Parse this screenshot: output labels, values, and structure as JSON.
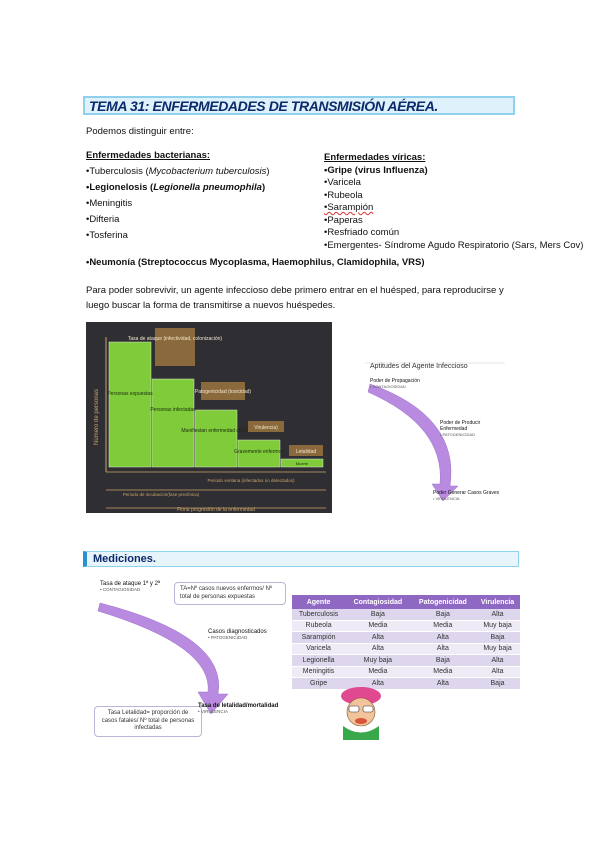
{
  "title": "TEMA 31: ENFERMEDADES DE TRANSMISIÓN AÉREA.",
  "intro": "Podemos distinguir entre:",
  "bacterial": {
    "heading": "Enfermedades bacterianas:",
    "items": [
      {
        "pre": "•Tuberculosis (",
        "it": "Mycobacterium tuberculosis",
        "post": ")",
        "bold": false
      },
      {
        "pre": "•Legionelosis (",
        "it": "Legionella pneumophila",
        "post": ")",
        "bold": true
      },
      {
        "pre": "•Meningitis",
        "it": "",
        "post": "",
        "bold": false
      },
      {
        "pre": "•Difteria",
        "it": "",
        "post": "",
        "bold": false
      },
      {
        "pre": "•Tosferina",
        "it": "",
        "post": "",
        "bold": false
      }
    ],
    "neumonia": "•Neumonía (Streptococcus Mycoplasma, Haemophilus, Clamidophila, VRS)"
  },
  "viral": {
    "heading": "Enfermedades víricas:",
    "items": [
      "•Gripe (virus Influenza)",
      "•Varicela",
      "•Rubeola",
      "•Sarampión",
      "•Paperas",
      "•Resfriado común",
      "•Emergentes- Síndrome Agudo Respiratorio (Sars, Mers Cov)"
    ]
  },
  "paragraph": "Para poder sobrevivir, un agente infeccioso debe primero entrar en el huésped, para reproducirse y luego buscar la forma de transmitirse a nuevos huéspedes.",
  "figure1": {
    "ylabel": "Número de personas",
    "bars": [
      "Personas expuestas",
      "Personas infectadas",
      "Manifiestan enfermedad clínica",
      "Gravemente enfermos",
      "Muerte"
    ],
    "boxes": [
      "Tasa de ataque (infectividad, colonización)",
      "Patogenicidad (toxicidad)",
      "Virulencia)",
      "Letalidad"
    ],
    "windows": [
      "Periodo ventana (infectados no detectados)",
      "Periodo de incubación(fase preclínica)"
    ],
    "xlabel": "Fiona progresión de la enfermedad",
    "preclinica": "(fase preclínica)"
  },
  "figure2": {
    "title": "Aptitudes del Agente Infeccioso",
    "nodes": [
      {
        "label": "Poder de Propagación",
        "sub": "• CONTAGIOSIDAD"
      },
      {
        "label": "Poder de Producir Enfermedad",
        "sub": "• PATOGENICIDAD"
      },
      {
        "label": "Poder Generar Casos Graves",
        "sub": "• VIRULENCIA"
      }
    ]
  },
  "mediciones": "Mediciones.",
  "figure3": {
    "n1": "Tasa de ataque 1ª y 2ª",
    "n1sub": "• CONTAGIOSIDAD",
    "box1": "TA=Nº casos nuevos enfermos/ Nº total de personas expuestas",
    "n2": "Casos diagnosticados",
    "n2sub": "• PATOGENICIDAD",
    "box2": "Tasa Letalidad= proporción de casos fatales/ Nº total de personas infectadas",
    "n3": "Tasa de letalidad/mortalidad",
    "n3sub": "• VIRULENCIA"
  },
  "table": {
    "headers": [
      "Agente",
      "Contagiosidad",
      "Patogenicidad",
      "Virulencia"
    ],
    "rows": [
      [
        "Tuberculosis",
        "Baja",
        "Baja",
        "Alta"
      ],
      [
        "Rubeola",
        "Media",
        "Media",
        "Muy baja"
      ],
      [
        "Sarampión",
        "Alta",
        "Alta",
        "Baja"
      ],
      [
        "Varicela",
        "Alta",
        "Alta",
        "Muy baja"
      ],
      [
        "Legionella",
        "Muy baja",
        "Baja",
        "Alta"
      ],
      [
        "Meningitis",
        "Media",
        "Media",
        "Alta"
      ],
      [
        "Gripe",
        "Alta",
        "Alta",
        "Baja"
      ]
    ]
  },
  "colors": {
    "header_border": "#8fd0ec",
    "header_text": "#0b2a6b",
    "table_header": "#8f68c4",
    "chart_bg": "#2f2f33",
    "bar_green": "#7fcb3a",
    "box_brown": "#8a6a3c",
    "arrow_purple": "#b98be0"
  }
}
